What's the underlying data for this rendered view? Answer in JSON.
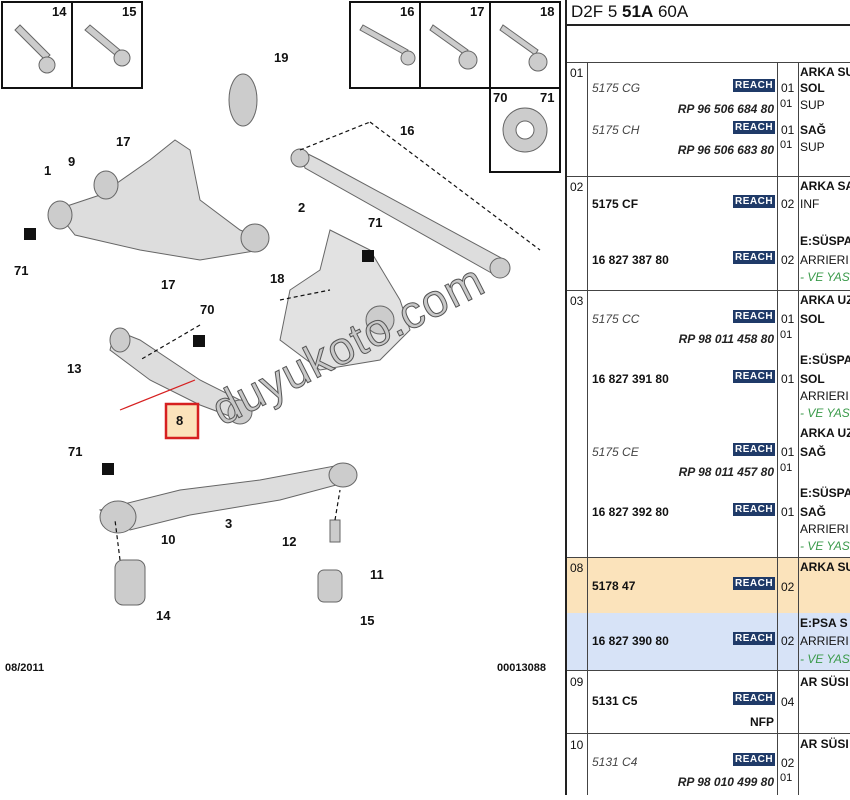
{
  "diagram": {
    "labels": [
      "14",
      "15",
      "16",
      "17",
      "18",
      "70",
      "71",
      "19",
      "16",
      "17",
      "9",
      "1",
      "2",
      "71",
      "71",
      "18",
      "17",
      "70",
      "13",
      "8",
      "71",
      "3",
      "12",
      "10",
      "11",
      "14",
      "15"
    ],
    "date": "08/2011",
    "code": "00013088",
    "watermark": "duyukoto.com",
    "highlight_color": "#d62020"
  },
  "table": {
    "title_prefix": "D2F 5 ",
    "title_bold": "51A",
    "title_suffix": " 60A",
    "reach": "REACH",
    "rows": [
      {
        "no": "01",
        "lines": [
          {
            "ref": "5175 CG",
            "style": "italic",
            "reach": true,
            "qty": "01",
            "desc": "SOL"
          },
          {
            "ref": "RP 96 506 684 80",
            "qty": "01",
            "desc": "SUP"
          },
          {
            "ref": "5175 CH",
            "style": "italic",
            "reach": true,
            "qty": "01",
            "desc": "SAĞ"
          },
          {
            "ref": "RP 96 506 683 80",
            "qty": "01",
            "desc": "SUP"
          }
        ],
        "head": "ARKA SU"
      },
      {
        "no": "02",
        "head": "ARKA SA",
        "lines": [
          {
            "ref": "5175 CF",
            "reach": true,
            "qty": "02",
            "desc": "INF"
          },
          {
            "ref": "16 827 387 80",
            "reach": true,
            "qty": "02",
            "desc": "ARRIERI",
            "pre": "E:SÜSPA",
            "note": "- VE YAS"
          }
        ]
      },
      {
        "no": "03",
        "lines": [
          {
            "head": "ARKA UZ",
            "ref": "5175 CC",
            "reach": true,
            "qty": "01",
            "desc": "SOL"
          },
          {
            "ref": "RP 98 011 458 80",
            "qty": "01"
          },
          {
            "pre": "E:SÜSPA",
            "ref": "16 827 391 80",
            "reach": true,
            "qty": "01",
            "desc": "SOL",
            "post": "ARRIERI",
            "note": "- VE YAS"
          },
          {
            "head": "ARKA UZ",
            "ref": "5175 CE",
            "reach": true,
            "qty": "01",
            "desc": "SAĞ"
          },
          {
            "ref": "RP 98 011 457 80",
            "qty": "01"
          },
          {
            "pre": "E:SÜSPA",
            "ref": "16 827 392 80",
            "reach": true,
            "qty": "01",
            "desc": "SAĞ",
            "post": "ARRIERI",
            "note": "- VE YAS"
          }
        ]
      },
      {
        "no": "08",
        "head": "ARKA SU",
        "ref": "5178 47",
        "qty": "02",
        "color": "#fbe3bb"
      },
      {
        "head": "E:PSA S",
        "ref": "16 827 390 80",
        "qty": "02",
        "desc": "ARRIERI",
        "note": "- VE YAS",
        "color": "#d7e3f7"
      },
      {
        "no": "09",
        "head": "AR SÜSI",
        "ref": "5131 C5",
        "qty": "04",
        "extra": "NFP"
      },
      {
        "no": "10",
        "head": "AR SÜSI",
        "ref": "5131 C4",
        "qty": "02",
        "ref2": "RP 98 010 499 80",
        "qty2": "01"
      }
    ]
  }
}
